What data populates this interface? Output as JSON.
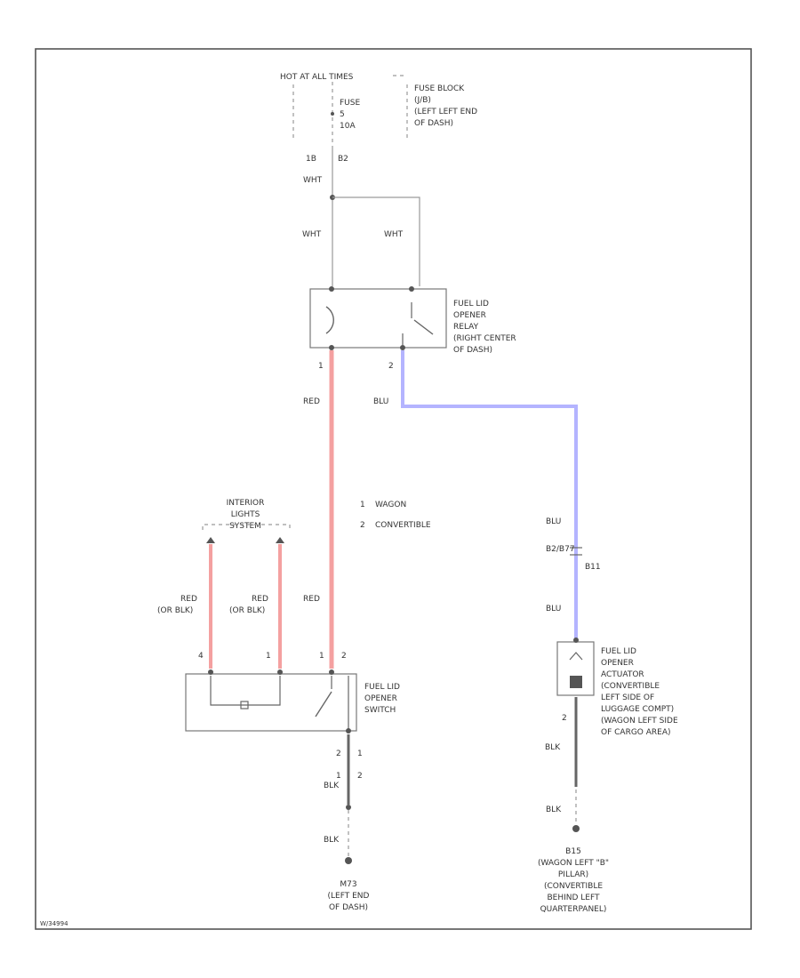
{
  "fuse_block": {
    "hot_label": "HOT AT ALL TIMES",
    "fuse_lines": [
      "FUSE",
      "5",
      "10A"
    ],
    "name_lines": [
      "FUSE BLOCK",
      "(J/B)",
      "(LEFT LEFT END",
      "OF DASH)"
    ],
    "terminals": [
      "1B",
      "B2"
    ]
  },
  "wires": {
    "wht": "WHT",
    "red": "RED",
    "red_or_blk": [
      "RED",
      "(OR BLK)"
    ],
    "blu": "BLU",
    "blk": "BLK"
  },
  "relay": {
    "name_lines": [
      "FUEL LID",
      "OPENER",
      "RELAY",
      "(RIGHT CENTER",
      "OF DASH)"
    ],
    "pin_left": "1",
    "pin_right": "2"
  },
  "notes": [
    {
      "num": "1",
      "text": "WAGON"
    },
    {
      "num": "2",
      "text": "CONVERTIBLE"
    }
  ],
  "interior_light": {
    "name_lines": [
      "INTERIOR",
      "LIGHTS",
      "SYSTEM"
    ]
  },
  "switch": {
    "name_lines": [
      "FUEL LID",
      "OPENER",
      "SWITCH"
    ],
    "pins": [
      "4",
      "1",
      "1",
      "2"
    ],
    "pins_bottom": [
      [
        "2",
        "1"
      ],
      [
        "1",
        "2"
      ]
    ]
  },
  "connector": {
    "code_top": "B2/B77",
    "code_bottom": "B11"
  },
  "actuator": {
    "name_lines": [
      "FUEL LID",
      "OPENER",
      "ACTUATOR",
      "(CONVERTIBLE",
      "LEFT SIDE OF",
      "LUGGAGE COMPT)",
      "(WAGON LEFT SIDE",
      "OF CARGO AREA)"
    ],
    "pin": "2"
  },
  "ground_left": {
    "code": "M73",
    "lines": [
      "(LEFT END",
      "OF DASH)"
    ]
  },
  "ground_right": {
    "code": "B15",
    "lines": [
      "(WAGON LEFT \"B\"",
      "PILLAR)",
      "(CONVERTIBLE",
      "BEHIND LEFT",
      "QUARTERPANEL)"
    ]
  },
  "footer_code": "W/34994",
  "colors": {
    "red_wire": "#f4a0a0",
    "blue_wire": "#b4b4ff",
    "wire_gray": "#9a9a9a",
    "frame": "#555555"
  }
}
